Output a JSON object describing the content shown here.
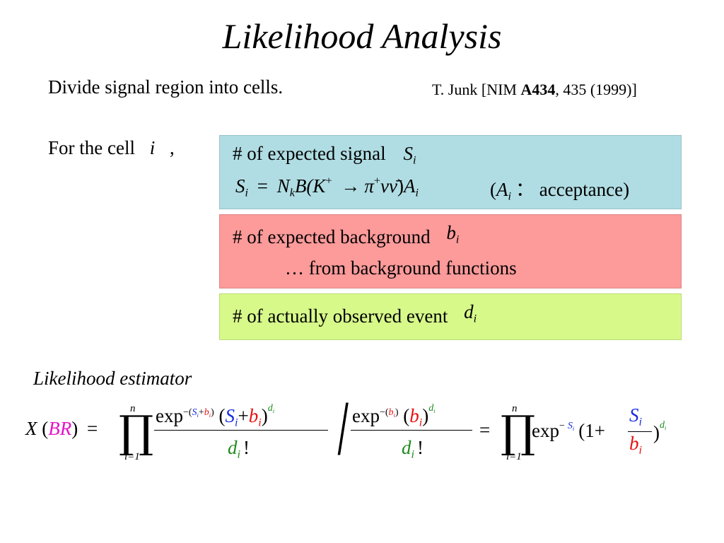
{
  "title": "Likelihood Analysis",
  "intro": "Divide signal region into cells.",
  "reference": {
    "prefix": "T. Junk [NIM ",
    "volume": "A434",
    "suffix": ", 435 (1999)]"
  },
  "cell_label": {
    "prefix": "For the cell",
    "var": "i",
    "suffix": ","
  },
  "signal_box": {
    "heading": "# of expected signal",
    "symbol": "S",
    "sub": "i",
    "formula": {
      "lhs": "S",
      "lhs_sub": "i",
      "eq": "=",
      "N": "N",
      "N_sub": "k",
      "B": "B(K",
      "K_sup": "+",
      "arrow": "→",
      "pi": "π",
      "pi_sup": "+",
      "nu": "νν̄",
      "close": ")",
      "A": "A",
      "A_sub": "i"
    },
    "note_open": "(",
    "note_var": "A",
    "note_sub": "i",
    "note_text": "： acceptance)"
  },
  "background_box": {
    "heading": "# of expected background",
    "symbol": "b",
    "sub": "i",
    "detail": "… from background functions"
  },
  "observed_box": {
    "heading": "# of actually observed event",
    "symbol": "d",
    "sub": "i"
  },
  "estimator_label": "Likelihood estimator",
  "equation": {
    "X": "X",
    "br_open": "(",
    "br": "BR",
    "br_close": ")",
    "eq": "=",
    "prod": "∏",
    "prod_top": "n",
    "prod_bottom": "i=1",
    "exp": "exp",
    "minus": "−(",
    "s": "S",
    "i": "i",
    "plus": "+",
    "b": "b",
    "rparen": ")",
    "lparen": "(",
    "d": "d",
    "bang": "!",
    "slash": "/",
    "eq2": "=",
    "exp_minus": "−",
    "one_plus": "(1+",
    "close": ")"
  },
  "colors": {
    "signal_box": "#b0dde3",
    "background_box": "#fd9a9a",
    "observed_box": "#d7f98a",
    "signal": "#1a2ee0",
    "background": "#e8110f",
    "observed": "#1d8a1d",
    "br": "#e614c8"
  }
}
